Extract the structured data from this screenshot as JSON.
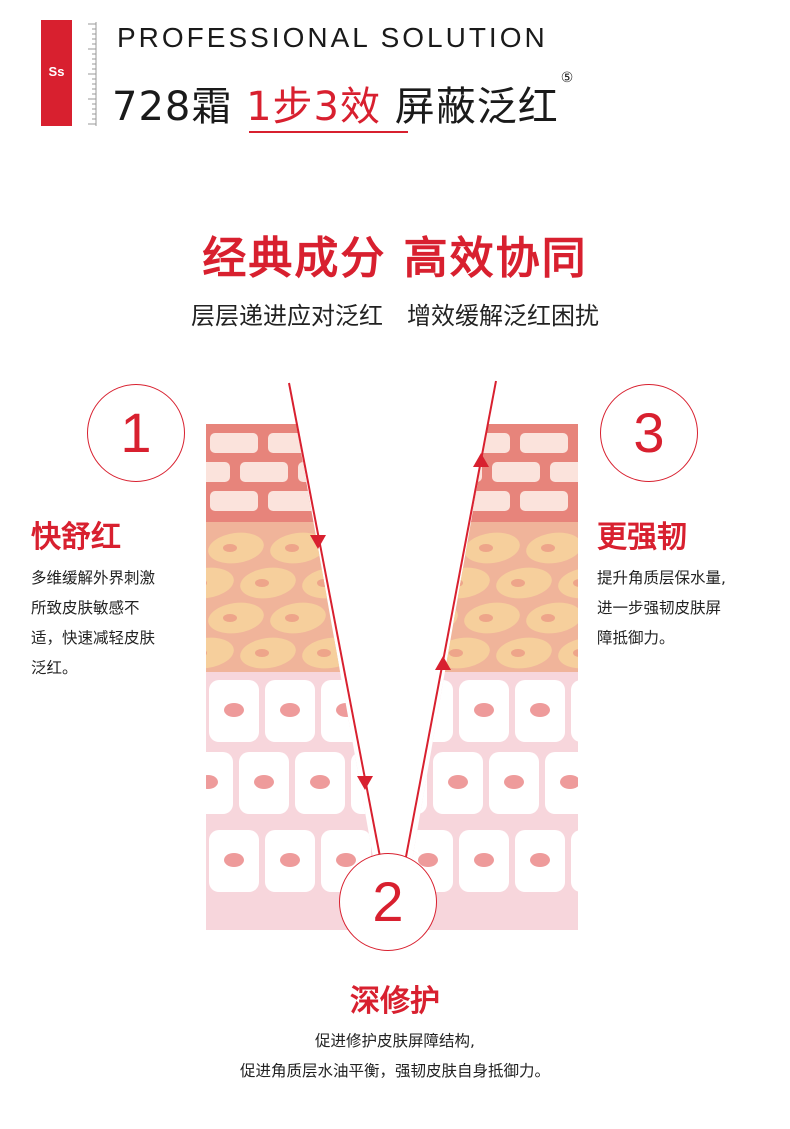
{
  "header": {
    "brand_mark": "Ss",
    "eyebrow": "PROFESSIONAL SOLUTION",
    "headline_prefix": "728霜",
    "headline_accent": "1步3效",
    "headline_suffix": "屏蔽泛红",
    "headline_sup": "⑤"
  },
  "section": {
    "title": "经典成分 高效协同",
    "subtitle": "层层递进应对泛红　增效缓解泛红困扰"
  },
  "steps": [
    {
      "number": "1",
      "title": "快舒红",
      "desc_lines": [
        "多维缓解外界刺激",
        "所致皮肤敏感不",
        "适，快速减轻皮肤",
        "泛红。"
      ]
    },
    {
      "number": "2",
      "title": "深修护",
      "desc_lines": [
        "促进修护皮肤屏障结构,",
        "促进角质层水油平衡，强韧皮肤自身抵御力。"
      ]
    },
    {
      "number": "3",
      "title": "更强韧",
      "desc_lines": [
        "提升角质层保水量,",
        "进一步强韧皮肤屏",
        "障抵御力。"
      ]
    }
  ],
  "colors": {
    "accent": "#d8202f",
    "brick_layer": "#e7847b",
    "fat_layer": "#f0b49a",
    "fat_cell": "#f6cf9c",
    "dermis_layer": "#f7d6dc",
    "nucleus": "#ee9b9b"
  },
  "icons": [
    "ruler-icon",
    "arrow-down-icon",
    "arrow-up-icon",
    "skin-layers-illustration"
  ]
}
